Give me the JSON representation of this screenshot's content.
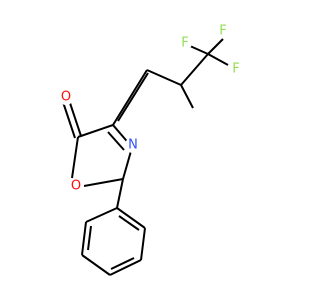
{
  "molecule": {
    "atoms": {
      "carbonyl_o": {
        "symbol": "O",
        "color": "#ff0d0d"
      },
      "ring_o": {
        "symbol": "O",
        "color": "#ff0d0d"
      },
      "ring_n": {
        "symbol": "N",
        "color": "#3050f8"
      },
      "f_top_left": {
        "symbol": "F",
        "color": "#90e050"
      },
      "f_top_right": {
        "symbol": "F",
        "color": "#90e050"
      },
      "f_right": {
        "symbol": "F",
        "color": "#90e050"
      }
    },
    "bond_color": "#000000"
  }
}
